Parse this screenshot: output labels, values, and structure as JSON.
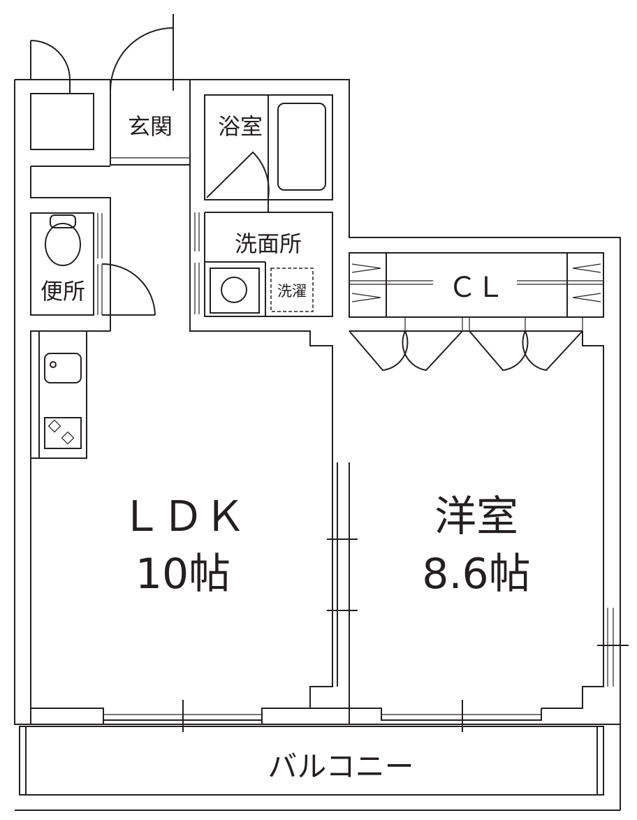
{
  "rooms": {
    "entrance": "玄関",
    "bath": "浴室",
    "washroom": "洗面所",
    "laundry": "洗濯",
    "toilet": "便所",
    "closet": "ＣＬ",
    "ldk": "ＬＤＫ",
    "ldk_size": "10帖",
    "western_room": "洋室",
    "western_size": "8.6帖",
    "balcony": "バルコニー"
  },
  "colors": {
    "line": "#231f20",
    "background": "#ffffff"
  }
}
